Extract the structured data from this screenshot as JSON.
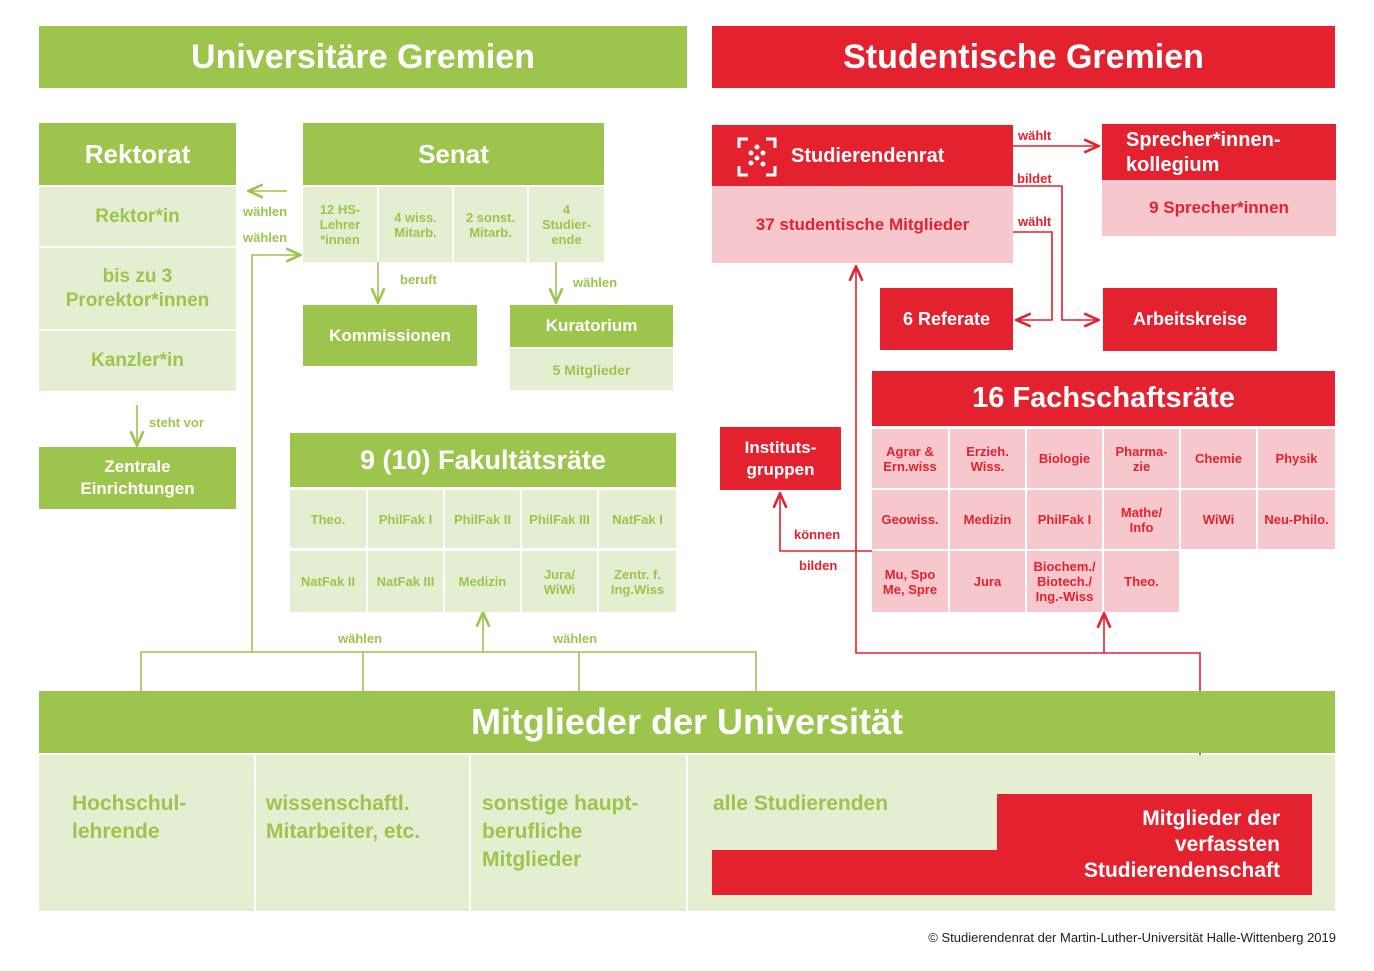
{
  "header": {
    "left": "Universitäre Gremien",
    "right": "Studentische Gremien"
  },
  "rektorat": {
    "title": "Rektorat",
    "items": [
      "Rektor*in",
      "bis zu 3 Prorektor*innen",
      "Kanzler*in"
    ],
    "arrow_label": "steht vor",
    "child": "Zentrale Einrichtungen"
  },
  "senat": {
    "title": "Senat",
    "cells": [
      "12 HS-Lehrer *innen",
      "4 wiss. Mitarb.",
      "2 sonst. Mitarb.",
      "4 Studier-ende"
    ],
    "label_waehlen_top": "wählen",
    "label_waehlen_bottom": "wählen",
    "label_beruft": "beruft",
    "label_waehlen_kuratorium": "wählen"
  },
  "kommissionen": {
    "title": "Kommissionen"
  },
  "kuratorium": {
    "title": "Kuratorium",
    "sub": "5 Mitglieder"
  },
  "fakultaetsraete": {
    "title": "9 (10) Fakultätsräte",
    "cells": [
      "Theo.",
      "PhilFak I",
      "PhilFak II",
      "PhilFak III",
      "NatFak I",
      "NatFak II",
      "NatFak III",
      "Medizin",
      "Jura/ WiWi",
      "Zentr. f. Ing.Wiss"
    ],
    "label_waehlen_left": "wählen",
    "label_waehlen_right": "wählen"
  },
  "stura": {
    "title": "Studierendenrat",
    "sub": "37 studentische Mitglieder",
    "label_waehlt_top": "wählt",
    "label_bildet": "bildet",
    "label_waehlt_mid": "wählt"
  },
  "sprecher": {
    "title": "Sprecher*innen-kollegium",
    "sub": "9 Sprecher*innen"
  },
  "referate": {
    "title": "6 Referate"
  },
  "arbeitskreise": {
    "title": "Arbeitskreise"
  },
  "fachschaftsraete": {
    "title": "16 Fachschaftsräte",
    "cells": [
      "Agrar & Ern.wiss",
      "Erzieh. Wiss.",
      "Biologie",
      "Pharma-zie",
      "Chemie",
      "Physik",
      "Geowiss.",
      "Medizin",
      "PhilFak I",
      "Mathe/ Info",
      "WiWi",
      "Neu-Philo.",
      "Mu, Spo Me, Spre",
      "Jura",
      "Biochem./ Biotech./ Ing.-Wiss",
      "Theo."
    ]
  },
  "institutsgruppen": {
    "title": "Instituts-gruppen",
    "label_koennen": "können",
    "label_bilden": "bilden"
  },
  "mitglieder": {
    "title": "Mitglieder der Universität",
    "cols": [
      "Hochschul-lehrende",
      "wissenschaftl. Mitarbeiter, etc.",
      "sonstige haupt-berufliche Mitglieder",
      "alle Studierenden"
    ],
    "verfasste": "Mitglieder der verfassten Studierendenschaft"
  },
  "footer": "© Studierendenrat der Martin-Luther-Universität Halle-Wittenberg 2019",
  "colors": {
    "green": "#9dc44d",
    "green_light": "#e4efd2",
    "red": "#e3212f",
    "red_light": "#f6c8cd"
  }
}
